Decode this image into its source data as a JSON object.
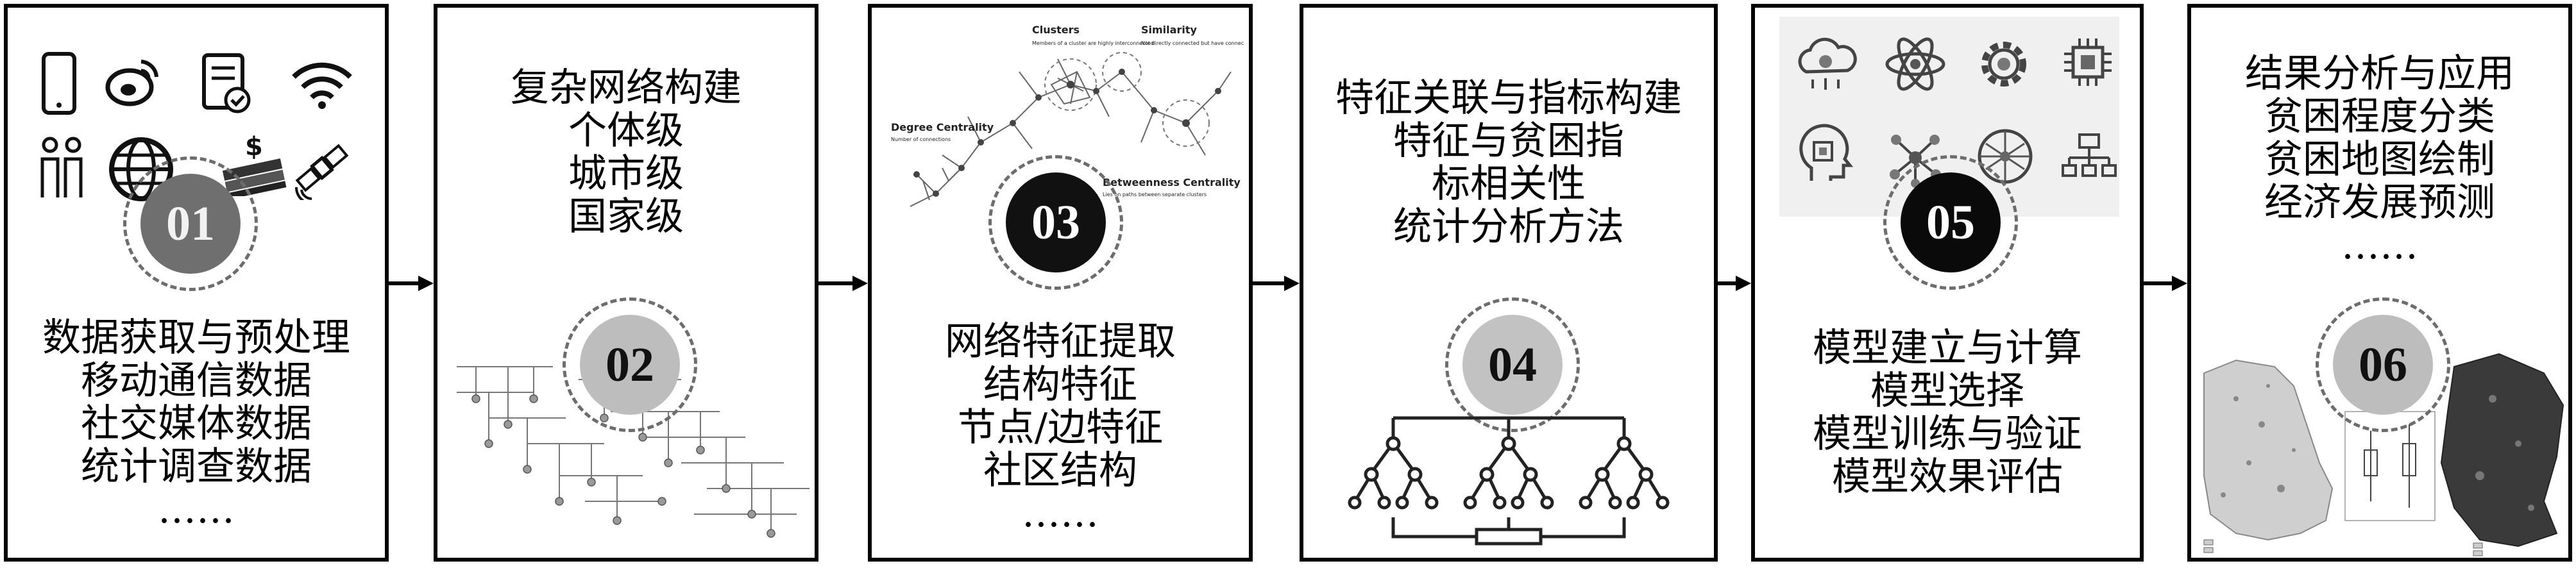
{
  "steps": [
    {
      "number": "01",
      "lines": [
        "数据获取与预处理",
        "移动通信数据",
        "社交媒体数据",
        "统计调查数据",
        "……"
      ]
    },
    {
      "number": "02",
      "lines": [
        "复杂网络构建",
        "个体级",
        "城市级",
        "国家级"
      ]
    },
    {
      "number": "03",
      "lines": [
        "网络特征提取",
        "结构特征",
        "节点/边特征",
        "社区结构",
        "……"
      ],
      "figure_labels": {
        "clusters": "Clusters",
        "clusters_sub": "Members of a cluster are highly interconnected",
        "similarity": "Similarity",
        "similarity_sub": "Not directly connected but have connections to the same nodes",
        "degree": "Degree Centrality",
        "degree_sub": "Number of connections",
        "betweenness": "Betweenness Centrality",
        "betweenness_sub": "Lies on paths between separate clusters"
      }
    },
    {
      "number": "04",
      "lines": [
        "特征关联与指标构建",
        "特征与贫困指",
        "标相关性",
        "统计分析方法"
      ]
    },
    {
      "number": "05",
      "lines": [
        "模型建立与计算",
        "模型选择",
        "模型训练与验证",
        "模型效果评估"
      ]
    },
    {
      "number": "06",
      "lines": [
        "结果分析与应用",
        "贫困程度分类",
        "贫困地图绘制",
        "经济发展预测",
        "……"
      ]
    }
  ],
  "colors": {
    "badge_01": "#6f6f6f",
    "badge_02": "#bdbdbd",
    "badge_03": "#111111",
    "badge_04": "#c2c2c2",
    "badge_05": "#0a0a0a",
    "badge_06": "#bdbdbd",
    "ring": "#6d6d6d",
    "arrow": "#000000"
  },
  "icons_step1": [
    "smartphone-icon",
    "weibo-icon",
    "document-check-icon",
    "wifi-icon",
    "people-icon",
    "globe-icon",
    "money-icon",
    "satellite-icon"
  ],
  "icons_step5": [
    "cloud-data-icon",
    "atom-icon",
    "gear-icon",
    "chip-icon",
    "brain-chip-icon",
    "nodes-icon",
    "network-sphere-icon",
    "org-chart-icon"
  ]
}
